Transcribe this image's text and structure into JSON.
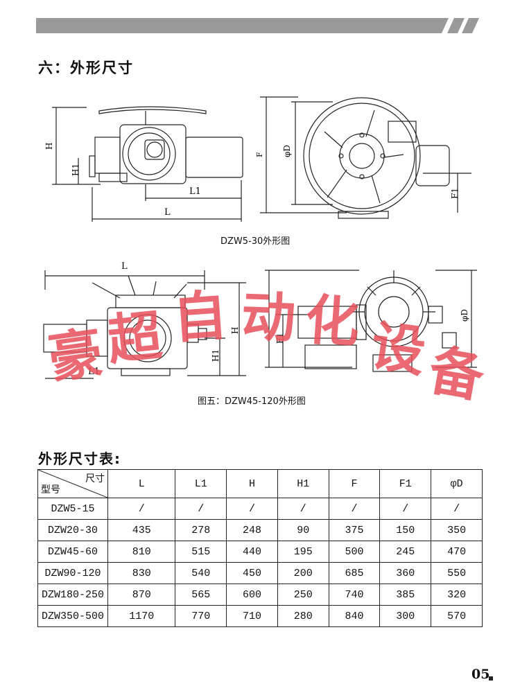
{
  "section": {
    "title": "六：外形尺寸"
  },
  "figures": {
    "fig1_caption": "DZW5-30外形图",
    "fig2_caption": "图五：DZW45-120外形图",
    "labels": {
      "H": "H",
      "H1": "H1",
      "L": "L",
      "L1": "L1",
      "F": "F",
      "F1": "F1",
      "D": "φD"
    }
  },
  "table": {
    "title": "外形尺寸表:",
    "corner_top": "尺寸",
    "corner_bottom": "型号",
    "columns": [
      "L",
      "L1",
      "H",
      "H1",
      "F",
      "F1",
      "φD"
    ],
    "rows": [
      {
        "model": "DZW5-15",
        "values": [
          "/",
          "/",
          "/",
          "/",
          "/",
          "/",
          "/"
        ]
      },
      {
        "model": "DZW20-30",
        "values": [
          "435",
          "278",
          "248",
          "90",
          "375",
          "150",
          "350"
        ]
      },
      {
        "model": "DZW45-60",
        "values": [
          "810",
          "515",
          "440",
          "195",
          "500",
          "245",
          "470"
        ]
      },
      {
        "model": "DZW90-120",
        "values": [
          "830",
          "540",
          "450",
          "200",
          "685",
          "360",
          "550"
        ]
      },
      {
        "model": "DZW180-250",
        "values": [
          "870",
          "565",
          "600",
          "250",
          "740",
          "385",
          "320"
        ]
      },
      {
        "model": "DZW350-500",
        "values": [
          "1170",
          "770",
          "710",
          "280",
          "840",
          "300",
          "570"
        ]
      }
    ]
  },
  "watermark": "豪超自动化设备",
  "page_number": "05",
  "colors": {
    "banner": "#9a9a9a",
    "watermark": "#e8505a"
  }
}
